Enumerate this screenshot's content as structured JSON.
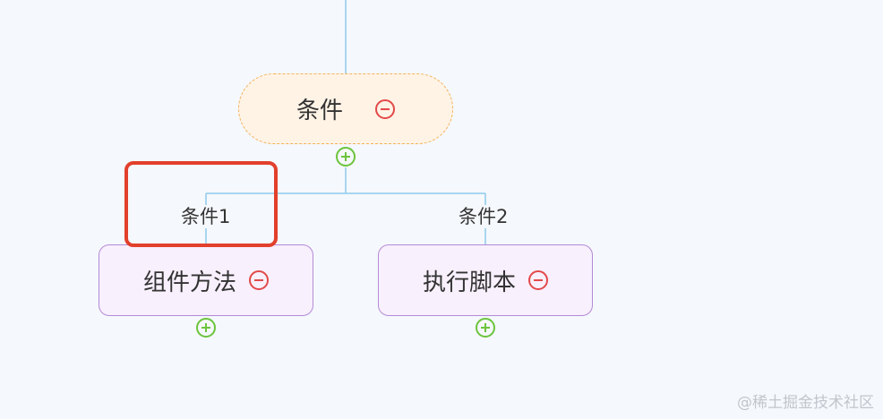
{
  "root": {
    "label": "条件"
  },
  "edges": [
    {
      "label": "条件1"
    },
    {
      "label": "条件2"
    }
  ],
  "children": [
    {
      "label": "组件方法"
    },
    {
      "label": "执行脚本"
    }
  ],
  "colors": {
    "background": "#f5f8fc",
    "connector": "#8ecbec",
    "root_border": "#f4b25b",
    "root_fill": "#fff3e6",
    "child_border": "#b38ad8",
    "child_fill": "#f8f0fd",
    "collapse": "#e24a4a",
    "expand": "#6cc43d",
    "highlight": "#e2402c"
  },
  "icons": {
    "collapse": "minus-circle-icon",
    "expand": "plus-circle-icon"
  },
  "watermark": "@稀土掘金技术社区"
}
